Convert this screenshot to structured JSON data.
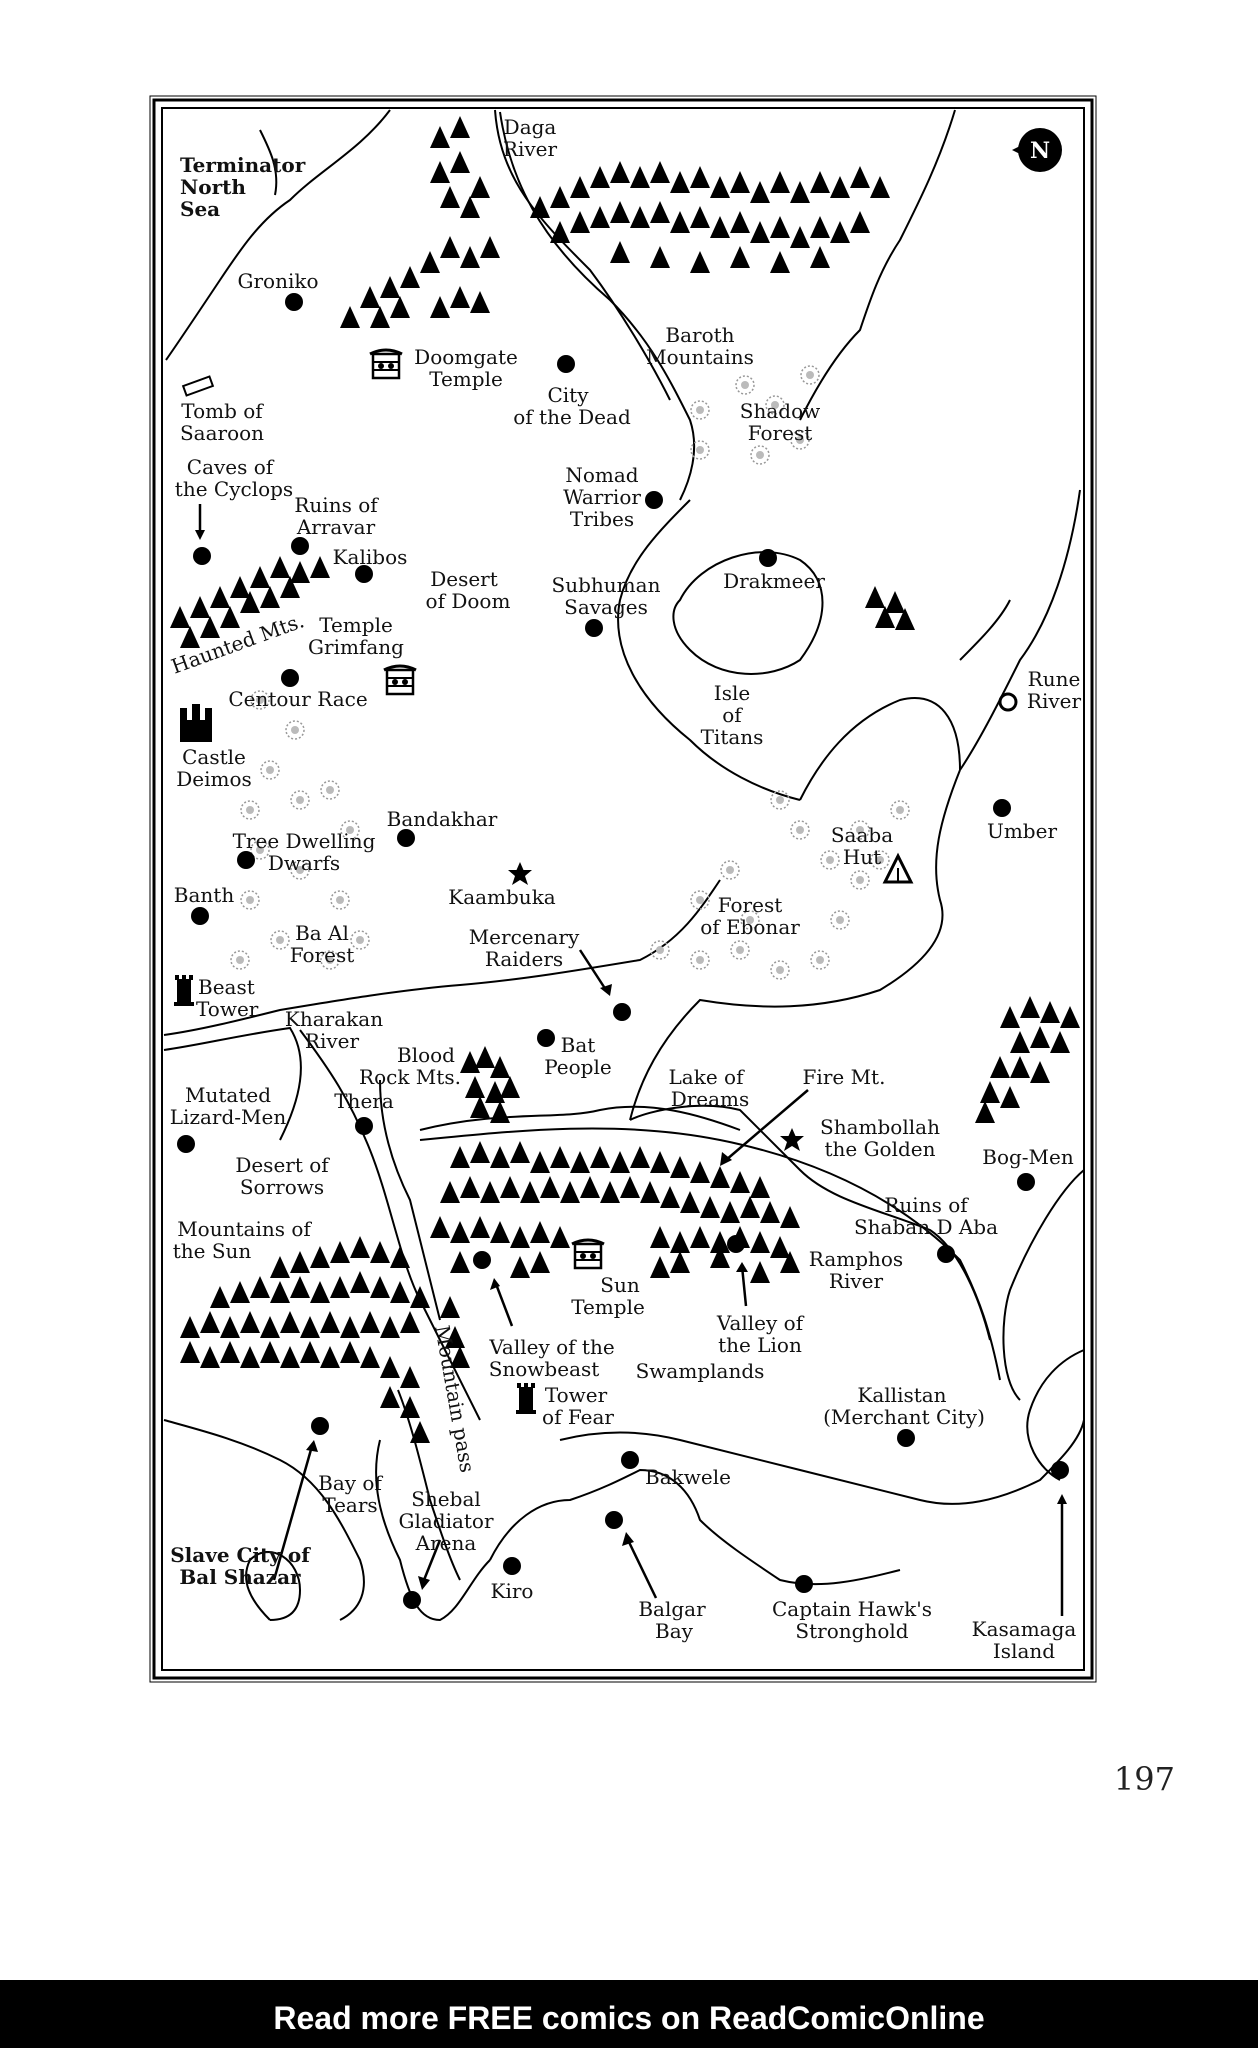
{
  "map": {
    "compass": "N",
    "labels": {
      "terminator": [
        "Terminator",
        "North",
        "Sea"
      ],
      "daga": [
        "Daga",
        "River"
      ],
      "groniko": [
        "Groniko"
      ],
      "doomgate": [
        "Doomgate",
        "Temple"
      ],
      "city_dead": [
        "City",
        "of the Dead"
      ],
      "baroth": [
        "Baroth",
        "Mountains"
      ],
      "tomb": [
        "Tomb of",
        "Saaroon"
      ],
      "shadow": [
        "Shadow",
        "Forest"
      ],
      "caves": [
        "Caves of",
        "the Cyclops"
      ],
      "nomad": [
        "Nomad",
        "Warrior",
        "Tribes"
      ],
      "ruins_arravar": [
        "Ruins of",
        "Arravar"
      ],
      "kalibos": [
        "Kalibos"
      ],
      "desert_doom": [
        "Desert",
        "of Doom"
      ],
      "subhuman": [
        "Subhuman",
        "Savages"
      ],
      "drakmeer": [
        "Drakmeer"
      ],
      "haunted": [
        "Haunted Mts."
      ],
      "grimfang": [
        "Temple",
        "Grimfang"
      ],
      "isle": [
        "Isle",
        "of",
        "Titans"
      ],
      "rune": [
        "Rune",
        "River"
      ],
      "centour": [
        "Centour Race"
      ],
      "castle": [
        "Castle",
        "Deimos"
      ],
      "umber": [
        "Umber"
      ],
      "bandakhar": [
        "Bandakhar"
      ],
      "saaba": [
        "Saaba",
        "Hut"
      ],
      "tree_dwarfs": [
        "Tree Dwelling",
        "Dwarfs"
      ],
      "kaambuka": [
        "Kaambuka"
      ],
      "banth": [
        "Banth"
      ],
      "ebonar": [
        "Forest",
        "of Ebonar"
      ],
      "ba_al": [
        "Ba Al",
        "Forest"
      ],
      "mercenary": [
        "Mercenary",
        "Raiders"
      ],
      "beast": [
        "Beast",
        "Tower"
      ],
      "kharakan": [
        "Kharakan",
        "River"
      ],
      "blood_rock": [
        "Blood",
        "Rock Mts."
      ],
      "bat": [
        "Bat",
        "People"
      ],
      "lake": [
        "Lake of",
        "Dreams"
      ],
      "fire": [
        "Fire Mt."
      ],
      "lizard": [
        "Mutated",
        "Lizard-Men"
      ],
      "thera": [
        "Thera"
      ],
      "shambollah": [
        "Shambollah",
        "the Golden"
      ],
      "sorrows": [
        "Desert of",
        "Sorrows"
      ],
      "bogmen": [
        "Bog-Men"
      ],
      "shaban": [
        "Ruins of",
        "Shaban D Aba"
      ],
      "mts_sun": [
        "Mountains of",
        "the Sun"
      ],
      "ramphos": [
        "Ramphos",
        "River"
      ],
      "sun_temple": [
        "Sun",
        "Temple"
      ],
      "valley_lion": [
        "Valley of",
        "the Lion"
      ],
      "snowbeast": [
        "Valley of the",
        "Snowbeast"
      ],
      "swamplands": [
        "Swamplands"
      ],
      "tower_fear": [
        "Tower",
        "of Fear"
      ],
      "kallistan": [
        "Kallistan",
        "(Merchant City)"
      ],
      "mountain_pass": [
        "Mountain pass"
      ],
      "bakwele": [
        "Bakwele"
      ],
      "bay_tears": [
        "Bay of",
        "Tears"
      ],
      "shebal": [
        "Shebal",
        "Gladiator",
        "Arena"
      ],
      "slave_city": [
        "Slave City of",
        "Bal Shazar"
      ],
      "kiro": [
        "Kiro"
      ],
      "balgar": [
        "Balgar",
        "Bay"
      ],
      "hawk": [
        "Captain Hawk's",
        "Stronghold"
      ],
      "kasamaga": [
        "Kasamaga",
        "Island"
      ]
    }
  },
  "page_number": "197",
  "footer_text": "Read more FREE comics on ReadComicOnline"
}
